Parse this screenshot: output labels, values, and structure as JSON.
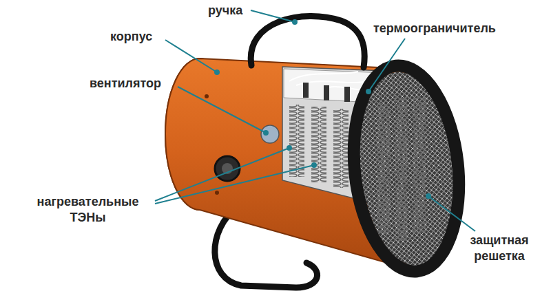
{
  "diagram": {
    "labels": [
      "ручка",
      "корпус",
      "термоограничитель",
      "вентилятор",
      "нагревательные ТЭНы",
      "защитная решетка"
    ]
  }
}
